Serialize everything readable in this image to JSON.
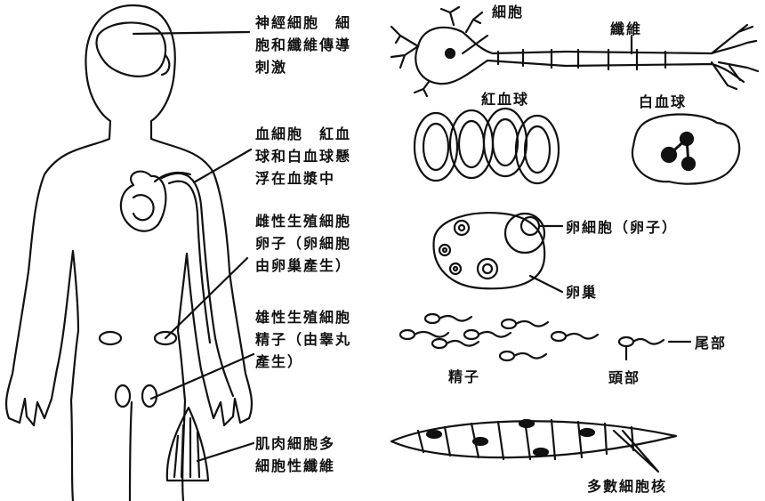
{
  "labels": {
    "nerve": [
      "神經細胞　細",
      "胞和纖維傳導",
      "刺激"
    ],
    "blood": [
      "血細胞　紅血",
      "球和白血球懸",
      "浮在血漿中"
    ],
    "female": [
      "雌性生殖細胞",
      "卵子（卵細胞",
      "由卵巢產生）"
    ],
    "male": [
      "雄性生殖細胞",
      "精子（由睾丸",
      "產生）"
    ],
    "muscle": [
      "肌肉細胞多",
      "細胞性纖維"
    ],
    "cell": "細胞",
    "fiber": "纖維",
    "rbc": "紅血球",
    "wbc": "白血球",
    "egg_cell": "卵細胞（卵子）",
    "ovary": "卵巢",
    "sperm": "精子",
    "head": "頭部",
    "tail": "尾部",
    "nuclei": "多數細胞核"
  },
  "colors": {
    "ink": "#111111",
    "paper": "#ffffff"
  }
}
